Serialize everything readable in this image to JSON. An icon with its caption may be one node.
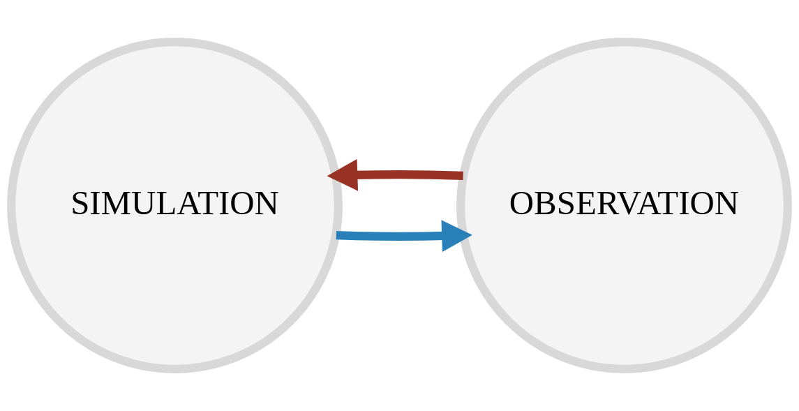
{
  "diagram": {
    "nodes": [
      {
        "text": [
          "SIMULATION"
        ]
      },
      {
        "text": [
          "OBSERVATION"
        ]
      }
    ],
    "edges": [
      {
        "from": 0,
        "to": 1,
        "arrow": "to",
        "color": "#2980b9"
      },
      {
        "from": 1,
        "to": 0,
        "arrow": "to",
        "color": "#973224"
      }
    ]
  }
}
